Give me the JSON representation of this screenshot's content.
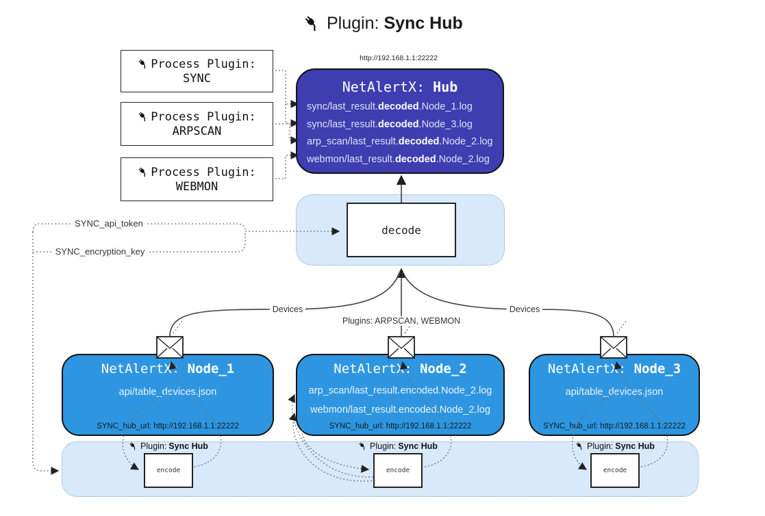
{
  "title": {
    "prefix": "Plugin: ",
    "bold": "Sync Hub"
  },
  "hub": {
    "url_label": "http://192.168.1.1:22222",
    "name_prefix": "NetAlertX: ",
    "name_bold": "Hub",
    "logs": [
      {
        "prefix": "sync/last_result.",
        "bold": "decoded",
        "suffix": ".Node_1.log"
      },
      {
        "prefix": "sync/last_result.",
        "bold": "decoded",
        "suffix": ".Node_3.log"
      },
      {
        "prefix": "arp_scan/last_result.",
        "bold": "decoded",
        "suffix": ".Node_2.log"
      },
      {
        "prefix": "webmon/last_result.",
        "bold": "decoded",
        "suffix": ".Node_2.log"
      }
    ]
  },
  "process_plugins": [
    {
      "label": "Process Plugin:",
      "name": "SYNC"
    },
    {
      "label": "Process Plugin:",
      "name": "ARPSCAN"
    },
    {
      "label": "Process Plugin:",
      "name": "WEBMON"
    }
  ],
  "decode": {
    "label": "decode"
  },
  "secrets": {
    "api_token": "SYNC_api_token",
    "encryption_key": "SYNC_encryption_key"
  },
  "edge_labels": {
    "devices_left": "Devices",
    "devices_right": "Devices",
    "plugins": "Plugins: ARPSCAN, WEBMON"
  },
  "nodes": [
    {
      "name_prefix": "NetAlertX: ",
      "name_bold": "Node_1",
      "files": [
        "api/table_devices.json"
      ],
      "hub_url": "SYNC_hub_url: http://192.168.1.1:22222"
    },
    {
      "name_prefix": "NetAlertX: ",
      "name_bold": "Node_2",
      "files": [
        "arp_scan/last_result.encoded.Node_2.log",
        "webmon/last_result.encoded.Node_2.log"
      ],
      "hub_url": "SYNC_hub_url: http://192.168.1.1:22222"
    },
    {
      "name_prefix": "NetAlertX: ",
      "name_bold": "Node_3",
      "files": [
        "api/table_devices.json"
      ],
      "hub_url": "SYNC_hub_url: http://192.168.1.1:22222"
    }
  ],
  "encoders": [
    {
      "plugin_prefix": "Plugin: ",
      "plugin_bold": "Sync Hub",
      "label": "encode"
    },
    {
      "plugin_prefix": "Plugin: ",
      "plugin_bold": "Sync Hub",
      "label": "encode"
    },
    {
      "plugin_prefix": "Plugin: ",
      "plugin_bold": "Sync Hub",
      "label": "encode"
    }
  ],
  "colors": {
    "hub_fill": "#3e3eb0",
    "node_fill": "#2e96e0",
    "panel_fill": "#d8e9fb",
    "panel_border": "#8ba6c4",
    "line": "#3f3f3f",
    "dotted": "#6e6e6e"
  }
}
